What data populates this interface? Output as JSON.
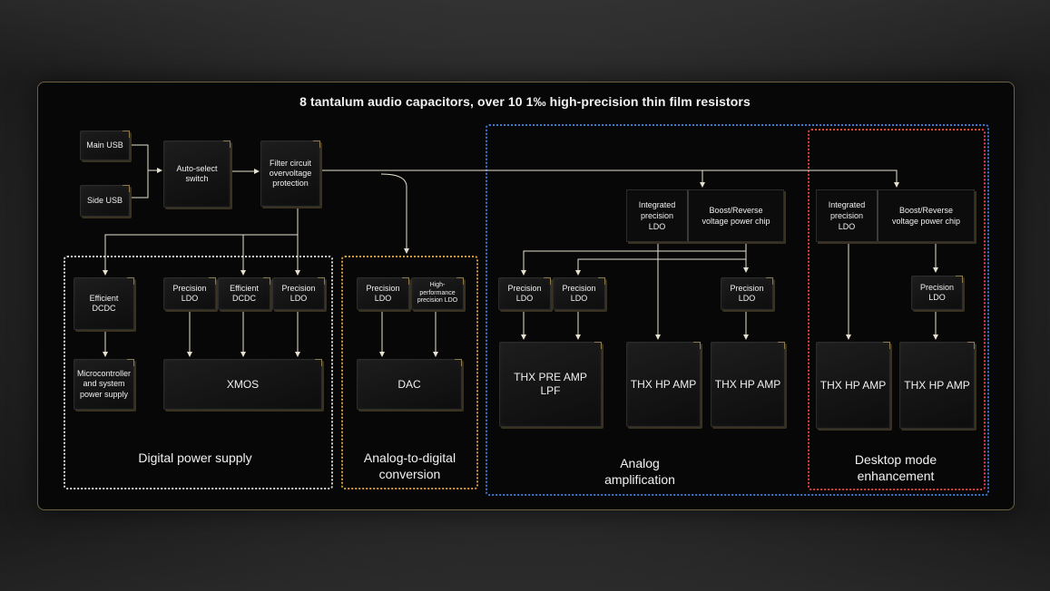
{
  "title": "8 tantalum audio capacitors, over 10 1‰ high-precision thin film resistors",
  "chips": {
    "main_usb": "Main USB",
    "side_usb": "Side USB",
    "auto_select": "Auto-select\nswitch",
    "filter": "Filter circuit\novervoltage\nprotection",
    "efficient_dcdc_1": "Efficient\nDCDC",
    "precision_ldo_1": "Precision\nLDO",
    "efficient_dcdc_2": "Efficient\nDCDC",
    "precision_ldo_2": "Precision\nLDO",
    "microcontroller": "Microcontroller\nand system\npower supply",
    "xmos": "XMOS",
    "precision_ldo_3": "Precision\nLDO",
    "high_perf_ldo": "High-\nperformance\nprecision LDO",
    "dac": "DAC",
    "precision_ldo_4": "Precision\nLDO",
    "precision_ldo_5": "Precision\nLDO",
    "precision_ldo_6": "Precision\nLDO",
    "thx_pre_amp": "THX PRE AMP\nLPF",
    "thx_hp_amp_1": "THX HP AMP",
    "thx_hp_amp_2": "THX HP AMP",
    "precision_ldo_7": "Precision\nLDO",
    "thx_hp_amp_3": "THX HP AMP",
    "thx_hp_amp_4": "THX HP AMP",
    "integrated_ldo_1": "Integrated\nprecision\nLDO",
    "boost_reverse_1": "Boost/Reverse\nvoltage power chip",
    "integrated_ldo_2": "Integrated\nprecision\nLDO",
    "boost_reverse_2": "Boost/Reverse\nvoltage power chip"
  },
  "groups": {
    "digital_power": "Digital power supply",
    "adc": "Analog-to-digital\nconversion",
    "analog_amp": "Analog\namplification",
    "desktop_mode": "Desktop mode\nenhancement"
  },
  "colors": {
    "wire": "#e6e0cf",
    "accent_gold": "#8c7a4c",
    "group_white": "#d8d8d8",
    "group_orange": "#d49a3c",
    "group_blue": "#3a78d8",
    "group_red": "#e0463c"
  }
}
